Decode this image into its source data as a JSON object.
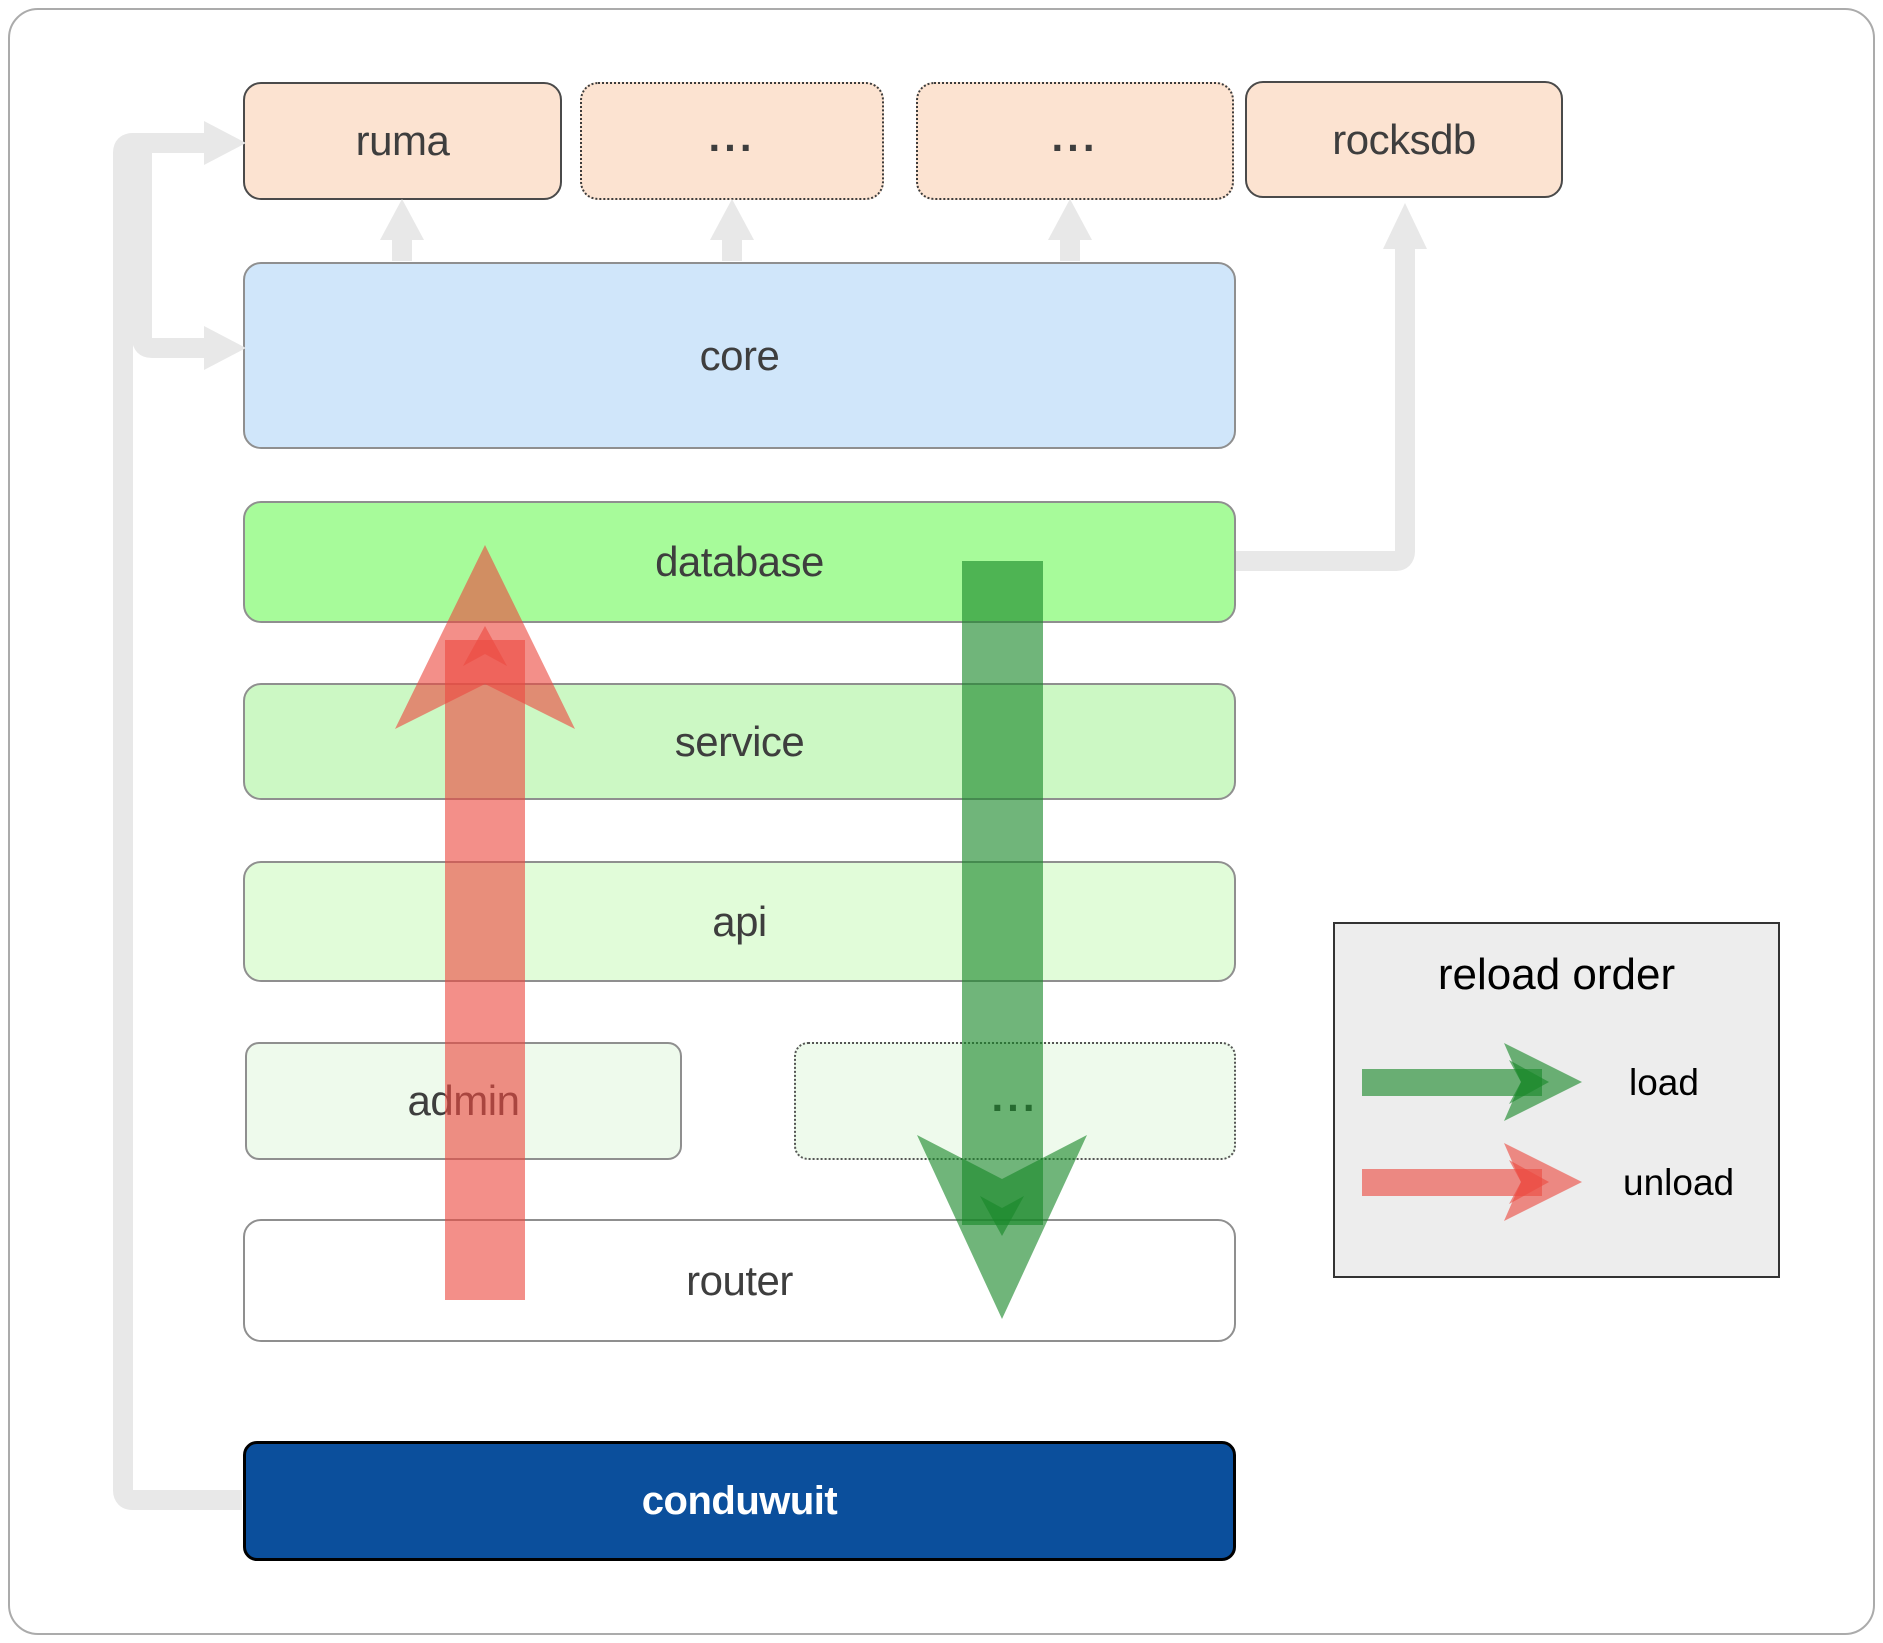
{
  "diagram": {
    "nodes": {
      "ruma": "ruma",
      "ellipsis1": "...",
      "ellipsis2": "...",
      "rocksdb": "rocksdb",
      "core": "core",
      "database": "database",
      "service": "service",
      "api": "api",
      "admin": "admin",
      "ellipsis3": "...",
      "router": "router",
      "conduwuit": "conduwuit"
    },
    "legend": {
      "title": "reload order",
      "items": [
        {
          "label": "load",
          "color": "#198728"
        },
        {
          "label": "unload",
          "color": "#eb4b41"
        }
      ]
    }
  },
  "colors": {
    "page_bg": "#ffffff",
    "frame_border": "#ababab",
    "peach_fill": "#fce3d1",
    "dark_border": "#4a4a4a",
    "dotted_border": "#3c3c3c",
    "blue_fill": "#d0e6fa",
    "green_bright": "#a7fb9a",
    "green_light": "#ccf8c4",
    "green_lighter": "#e1fcd9",
    "green_faint": "#eefaec",
    "white_fill": "#ffffff",
    "gray_border": "#8f8f8f",
    "navy_fill": "#0b4f9c",
    "navy_border": "#000000",
    "navy_text": "#ffffff",
    "label_text": "#3e3e3e",
    "connector_gray": "#e8e8e8",
    "load_green": "#198728",
    "unload_red": "#eb4b41",
    "arrow_opacity": "0.62",
    "legend_bg": "#ededed",
    "legend_border": "#333333",
    "legend_text": "#000000"
  }
}
